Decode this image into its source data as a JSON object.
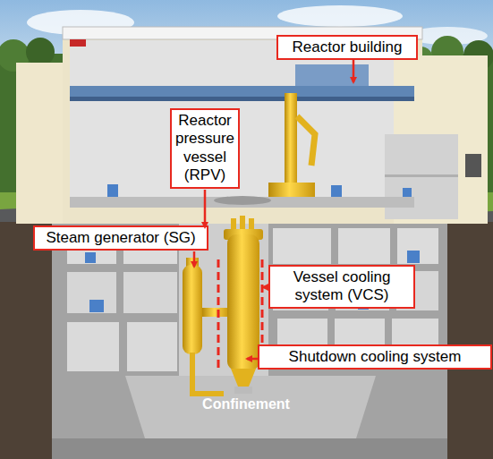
{
  "diagram": {
    "nodes": [
      {
        "text": [
          "Reactor building"
        ]
      },
      {
        "text": [
          "Reactor pressure vessel (RPV)"
        ]
      },
      {
        "text": [
          "Steam generator (SG)"
        ]
      },
      {
        "text": [
          "Vessel cooling system (VCS)"
        ]
      },
      {
        "text": [
          "Shutdown cooling system"
        ]
      }
    ],
    "labels": [
      "Confinement"
    ]
  }
}
